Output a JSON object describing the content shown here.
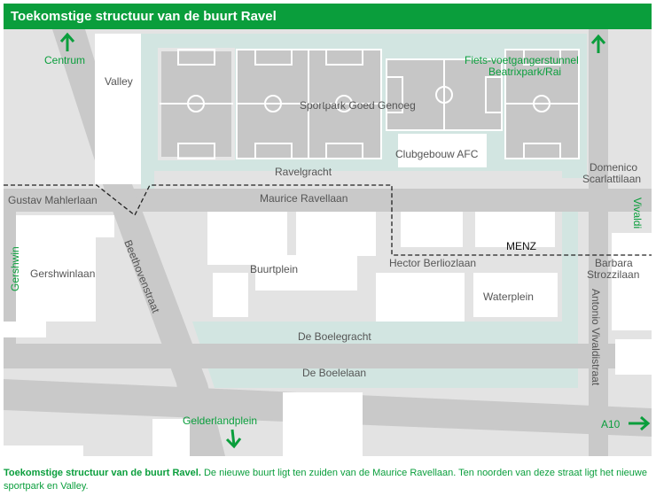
{
  "header": {
    "title": "Toekomstige structuur van de buurt Ravel"
  },
  "colors": {
    "brand_green": "#0a9e3c",
    "road": "#c9c9c9",
    "base": "#e3e3e3",
    "water": "#d2e5e1",
    "building": "#ffffff"
  },
  "map": {
    "labels": {
      "valley": "Valley",
      "sportpark": "Sportpark Goed Genoeg",
      "clubgebouw": "Clubgebouw AFC",
      "ravelgracht": "Ravelgracht",
      "domenico_1": "Domenico",
      "domenico_2": "Scarlattilaan",
      "gustav": "Gustav Mahlerlaan",
      "maurice": "Maurice Ravellaan",
      "menz": "MENZ",
      "hector": "Hector Berliozlaan",
      "barbara_1": "Barbara",
      "barbara_2": "Strozzilaan",
      "gershwinlaan": "Gershwinlaan",
      "buurtplein": "Buurtplein",
      "waterplein": "Waterplein",
      "beethovenstraat": "Beethovenstraat",
      "antonio": "Antonio Vivaldistraat",
      "boelegracht": "De Boelegracht",
      "boelelaan": "De Boelelaan"
    },
    "directions": {
      "centrum": "Centrum",
      "tunnel_1": "Fiets-voetgangerstunnel",
      "tunnel_2": "Beatrixpark/Rai",
      "vivaldi": "Vivaldi",
      "gershwin": "Gershwin",
      "gelderlandplein": "Gelderlandplein",
      "a10": "A10"
    },
    "icons": [
      "arrow-up-icon",
      "arrow-down-icon",
      "arrow-right-icon"
    ]
  },
  "caption": {
    "bold": "Toekomstige structuur van de buurt Ravel.",
    "text": " De nieuwe buurt ligt ten zuiden van de Maurice Ravellaan. Ten noorden van deze straat ligt het nieuwe sportpark en Valley."
  }
}
